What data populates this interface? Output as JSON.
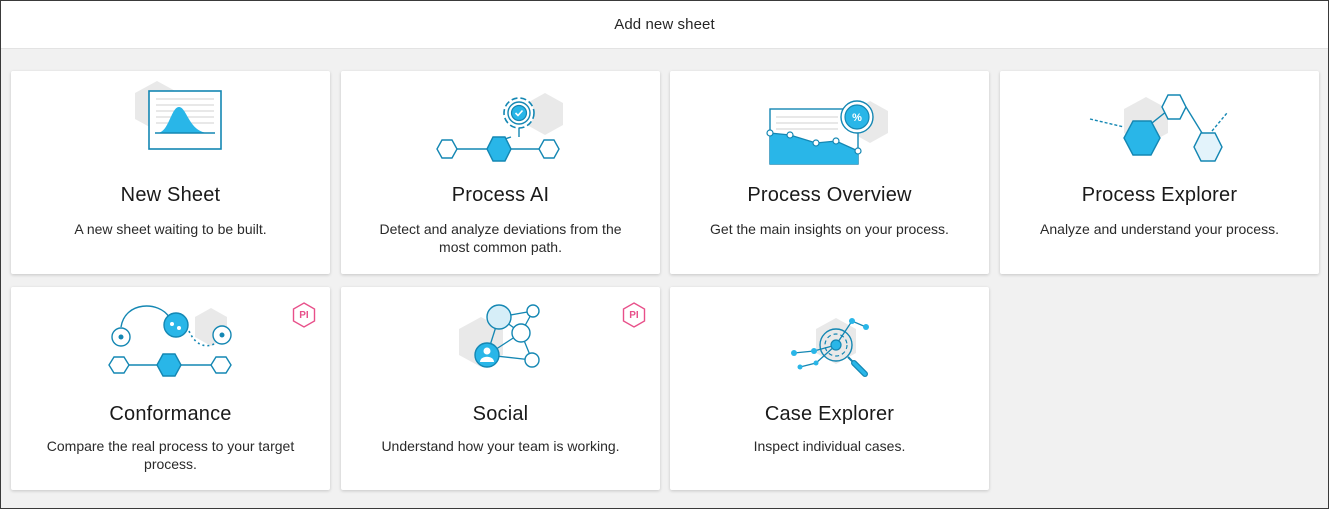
{
  "dialog": {
    "title": "Add new sheet"
  },
  "colors": {
    "accent": "#29b6e8",
    "accent_dark": "#1487b3",
    "badge": "#e8508a",
    "hex_bg": "#e9e9e9"
  },
  "cards": [
    {
      "title": "New Sheet",
      "description": "A new sheet waiting to be built.",
      "icon": "new-sheet-illustration"
    },
    {
      "title": "Process AI",
      "description": "Detect and analyze deviations from the most common path.",
      "icon": "process-ai-illustration"
    },
    {
      "title": "Process Overview",
      "description": "Get the main insights on your process.",
      "icon": "process-overview-illustration"
    },
    {
      "title": "Process Explorer",
      "description": "Analyze and understand your process.",
      "icon": "process-explorer-illustration"
    },
    {
      "title": "Conformance",
      "description": "Compare the real process to your target process.",
      "icon": "conformance-illustration",
      "badge": "PI"
    },
    {
      "title": "Social",
      "description": "Understand how your team is working.",
      "icon": "social-illustration",
      "badge": "PI"
    },
    {
      "title": "Case Explorer",
      "description": "Inspect individual cases.",
      "icon": "case-explorer-illustration"
    }
  ]
}
